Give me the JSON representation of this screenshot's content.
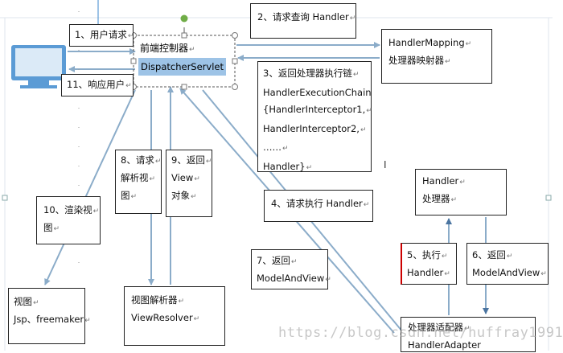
{
  "colors": {
    "arrow": "#8bacc9",
    "box_border": "#222222",
    "highlight": "#9dc3e6",
    "accent_green": "#70ad47",
    "monitor": "#5b9bd5",
    "watermark": "#9a9a9a"
  },
  "icons": {
    "monitor": "monitor-icon",
    "cursor": "text-cursor-icon"
  },
  "return_mark": "↵",
  "nodes": {
    "step1": {
      "line1": "1、用户请求"
    },
    "dispatcher": {
      "line1": "前端控制器",
      "line2": "DispatcherServlet"
    },
    "step11": {
      "line1": "11、响应用户"
    },
    "step2": {
      "line1": "2、请求查询 Handler"
    },
    "handler_mapping": {
      "line1": "HandlerMapping",
      "line2": "处理器映射器"
    },
    "step3": {
      "line1": "3、返回处理器执行链",
      "line2": "HandlerExecutionChain",
      "line3": "{HandlerInterceptor1,",
      "line4": "HandlerInterceptor2,",
      "line5": "……",
      "line6": "Handler}"
    },
    "handler": {
      "line1": "Handler",
      "line2": "处理器"
    },
    "step4": {
      "line1": "4、请求执行 Handler"
    },
    "step5": {
      "line1": "5、执行",
      "line2": "Handler"
    },
    "step6": {
      "line1": "6、返回",
      "line2": "ModelAndView"
    },
    "step7": {
      "line1": "7、返回",
      "line2": "ModelAndView"
    },
    "step8": {
      "line1": "8、请求",
      "line2": "解析视",
      "line3": "图"
    },
    "step9": {
      "line1": "9、返回",
      "line2": "View",
      "line3": "对象"
    },
    "step10": {
      "line1": "10、渲染视",
      "line2": "图"
    },
    "view": {
      "line1": "视图",
      "line2": "Jsp、freemaker"
    },
    "view_resolver": {
      "line1": "视图解析器",
      "line2": "ViewResolver"
    },
    "handler_adapter": {
      "line1": "处理器适配器",
      "line2": "HandlerAdapter"
    }
  },
  "watermark": "https://blog.csdn.net/huffray1991"
}
